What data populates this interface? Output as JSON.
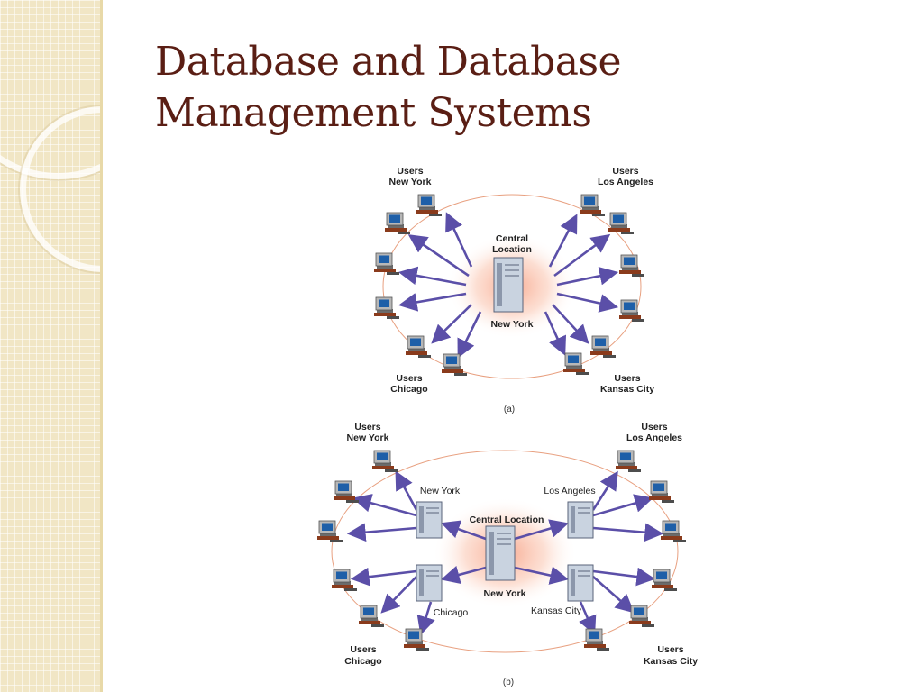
{
  "slide": {
    "title_line1": "Database and Database",
    "title_line2": "Management Systems"
  },
  "diagram_a": {
    "center_top": "Central",
    "center_bottom": "Location",
    "center_city": "New York",
    "groups": [
      {
        "line1": "Users",
        "line2": "New York"
      },
      {
        "line1": "Users",
        "line2": "Los Angeles"
      },
      {
        "line1": "Users",
        "line2": "Chicago"
      },
      {
        "line1": "Users",
        "line2": "Kansas City"
      }
    ],
    "caption": "(a)"
  },
  "diagram_b": {
    "center_label": "Central Location",
    "center_city": "New York",
    "regional": [
      "New York",
      "Los Angeles",
      "Chicago",
      "Kansas City"
    ],
    "groups": [
      {
        "line1": "Users",
        "line2": "New York"
      },
      {
        "line1": "Users",
        "line2": "Los Angeles"
      },
      {
        "line1": "Users",
        "line2": "Chicago"
      },
      {
        "line1": "Users",
        "line2": "Kansas City"
      }
    ],
    "caption": "(b)"
  },
  "colors": {
    "title": "#5a1e14",
    "arrow": "#5b4fa8",
    "orbit": "#e8a080",
    "glow": "#f7a58a",
    "server": "#c9d3e0",
    "monitor_screen": "#1e5fa8",
    "monitor_body": "#b7b7b7",
    "desk": "#8a3b1c"
  }
}
